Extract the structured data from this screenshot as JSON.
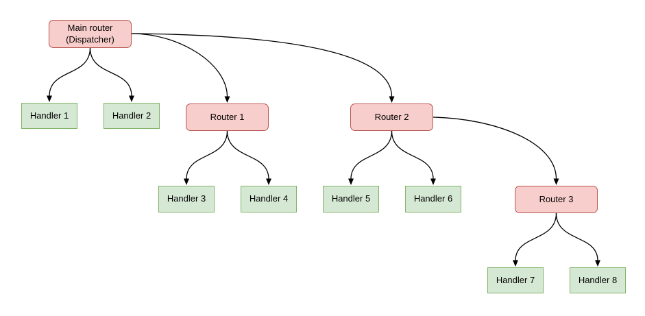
{
  "diagram": {
    "colors": {
      "background": "#ffffff",
      "edge": "#000000",
      "text": "#000000",
      "router_fill": "#f8cecc",
      "router_border": "#b85450",
      "handler_fill": "#d5e8d4",
      "handler_border": "#82b366"
    },
    "nodes": {
      "main": {
        "type": "router",
        "label_line1": "Main router",
        "label_line2": "(Dispatcher)"
      },
      "router1": {
        "type": "router",
        "label": "Router 1"
      },
      "router2": {
        "type": "router",
        "label": "Router 2"
      },
      "router3": {
        "type": "router",
        "label": "Router 3"
      },
      "handler1": {
        "type": "handler",
        "label": "Handler 1"
      },
      "handler2": {
        "type": "handler",
        "label": "Handler 2"
      },
      "handler3": {
        "type": "handler",
        "label": "Handler 3"
      },
      "handler4": {
        "type": "handler",
        "label": "Handler 4"
      },
      "handler5": {
        "type": "handler",
        "label": "Handler 5"
      },
      "handler6": {
        "type": "handler",
        "label": "Handler 6"
      },
      "handler7": {
        "type": "handler",
        "label": "Handler 7"
      },
      "handler8": {
        "type": "handler",
        "label": "Handler 8"
      }
    },
    "edges": [
      {
        "from": "main",
        "to": "handler1"
      },
      {
        "from": "main",
        "to": "handler2"
      },
      {
        "from": "main",
        "to": "router1"
      },
      {
        "from": "main",
        "to": "router2"
      },
      {
        "from": "router1",
        "to": "handler3"
      },
      {
        "from": "router1",
        "to": "handler4"
      },
      {
        "from": "router2",
        "to": "handler5"
      },
      {
        "from": "router2",
        "to": "handler6"
      },
      {
        "from": "router2",
        "to": "router3"
      },
      {
        "from": "router3",
        "to": "handler7"
      },
      {
        "from": "router3",
        "to": "handler8"
      }
    ]
  }
}
